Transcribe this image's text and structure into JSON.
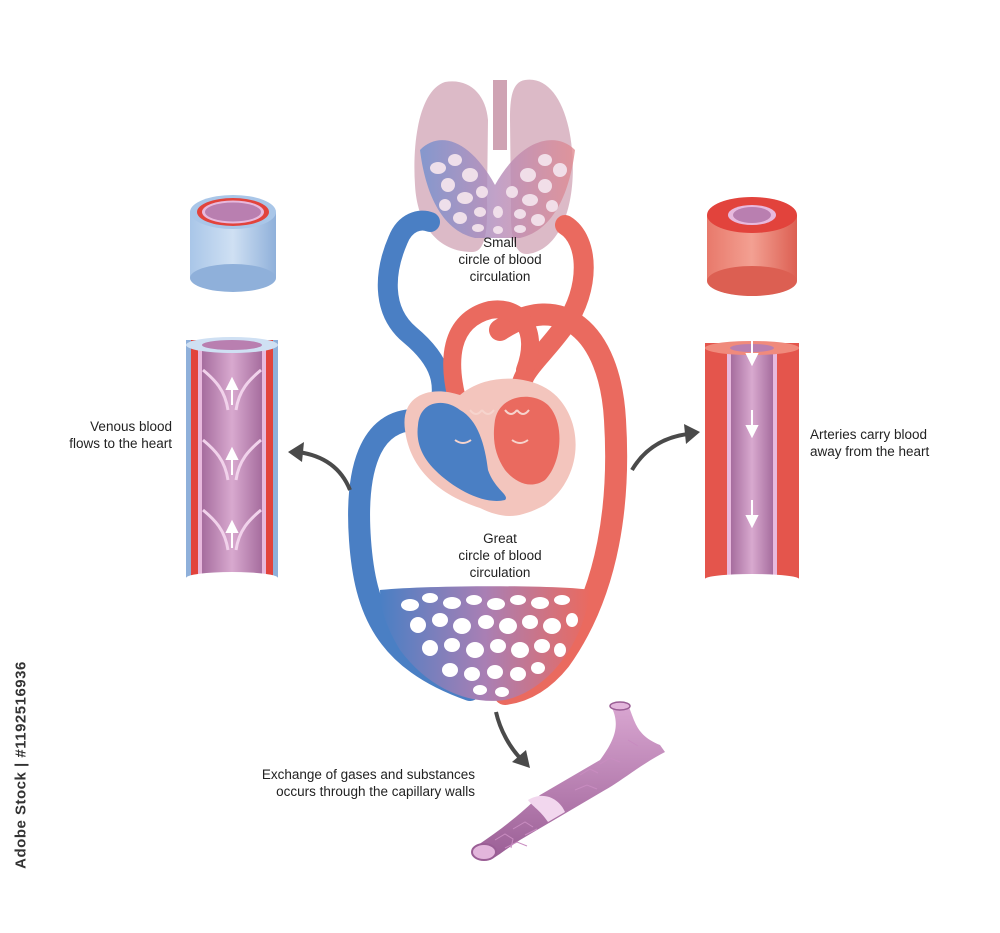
{
  "labels": {
    "small_circle": "Small\ncircle of blood\ncirculation",
    "great_circle": "Great\ncircle of blood\ncirculation",
    "venous": "Venous blood\nflows to the heart",
    "arteries": "Arteries carry blood\naway from the heart",
    "exchange": "Exchange of gases and substances\noccurs through the capillary walls"
  },
  "watermark": "Adobe Stock | #1192516936",
  "colors": {
    "venous_blue": "#4a7fc4",
    "arterial_red": "#ea6a5f",
    "vessel_red": "#e2433c",
    "lumen_purple": "#b97fb0",
    "lung_pink": "#d6aebd",
    "heart_pink": "#f3c5bd",
    "arrow_gray": "#4a4a4a"
  }
}
